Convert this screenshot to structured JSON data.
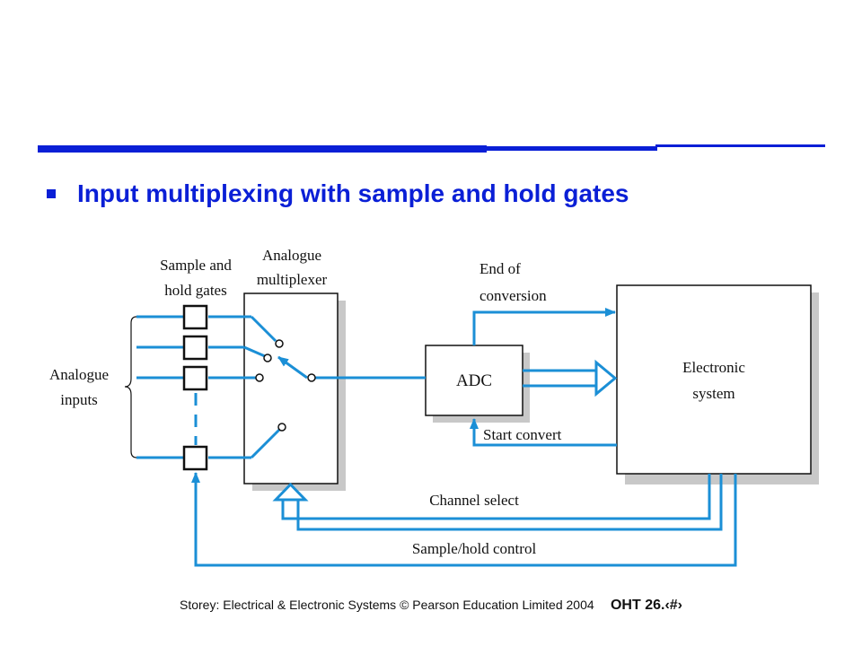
{
  "slide": {
    "title": "Input multiplexing with sample and hold gates",
    "footer_left": "Storey: Electrical & Electronic Systems © Pearson Education Limited 2004",
    "footer_right": "OHT 26.‹#›"
  },
  "diagram": {
    "labels": {
      "sample_hold_line1": "Sample and",
      "sample_hold_line2": "hold gates",
      "mux_line1": "Analogue",
      "mux_line2": "multiplexer",
      "inputs_line1": "Analogue",
      "inputs_line2": "inputs",
      "adc": "ADC",
      "eoc_line1": "End of",
      "eoc_line2": "conversion",
      "system_line1": "Electronic",
      "system_line2": "system",
      "start_convert": "Start convert",
      "channel_select": "Channel select",
      "sample_hold_control": "Sample/hold control"
    },
    "colors": {
      "signal": "#1b8fd6",
      "accent": "#0a1fd6",
      "shadow": "#c8c8c8"
    }
  }
}
